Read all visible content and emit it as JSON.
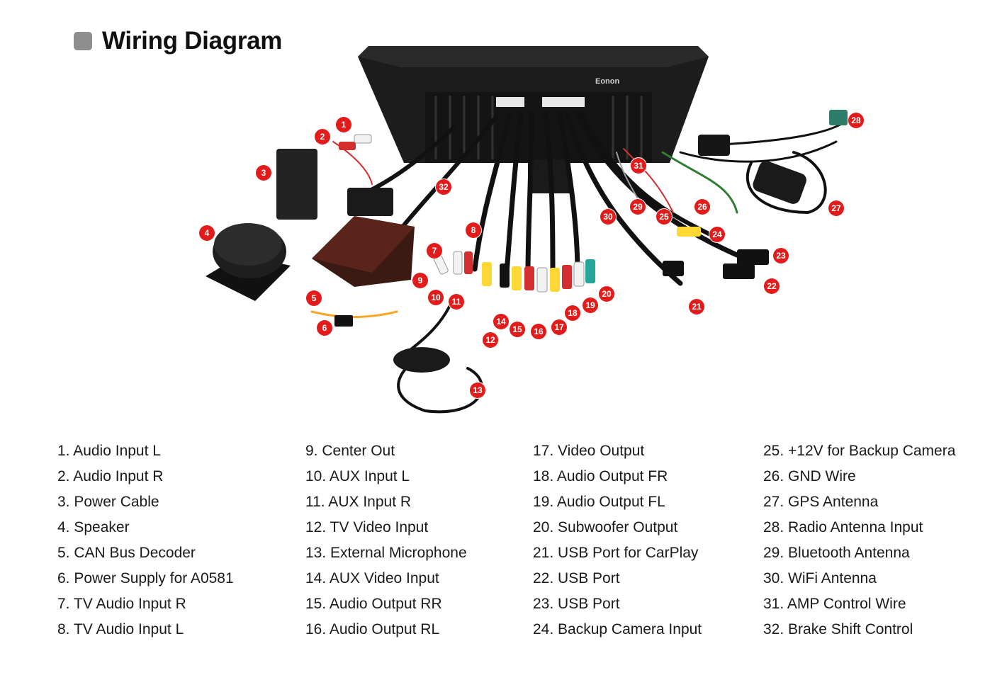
{
  "header": {
    "title": "Wiring Diagram"
  },
  "device": {
    "brand_label": "Eonon"
  },
  "callouts": [
    "1",
    "2",
    "3",
    "4",
    "5",
    "6",
    "7",
    "8",
    "9",
    "10",
    "11",
    "12",
    "13",
    "14",
    "15",
    "16",
    "17",
    "18",
    "19",
    "20",
    "21",
    "22",
    "23",
    "24",
    "25",
    "26",
    "27",
    "28",
    "29",
    "30",
    "31",
    "32"
  ],
  "legend": {
    "columns": [
      [
        "1. Audio Input L",
        "2. Audio Input R",
        "3. Power Cable",
        "4. Speaker",
        "5. CAN Bus Decoder",
        "6. Power Supply for A0581",
        "7. TV Audio Input R",
        "8. TV Audio Input L"
      ],
      [
        "9. Center Out",
        "10. AUX Input L",
        "11. AUX Input R",
        "12. TV Video Input",
        "13. External Microphone",
        "14. AUX Video Input",
        "15. Audio Output RR",
        "16. Audio Output RL"
      ],
      [
        "17. Video Output",
        "18. Audio Output FR",
        "19. Audio Output FL",
        "20. Subwoofer Output",
        "21. USB Port for CarPlay",
        "22. USB Port",
        "23. USB Port",
        "24. Backup Camera Input"
      ],
      [
        "25. +12V for Backup Camera",
        "26. GND Wire",
        "27. GPS Antenna",
        "28. Radio Antenna Input",
        "29. Bluetooth Antenna",
        "30. WiFi Antenna",
        "31. AMP Control Wire",
        "32. Brake Shift Control"
      ]
    ]
  },
  "colors": {
    "callout": "#e21b1b",
    "header_square": "#8e8e8e",
    "device": "#1c1c1c"
  }
}
